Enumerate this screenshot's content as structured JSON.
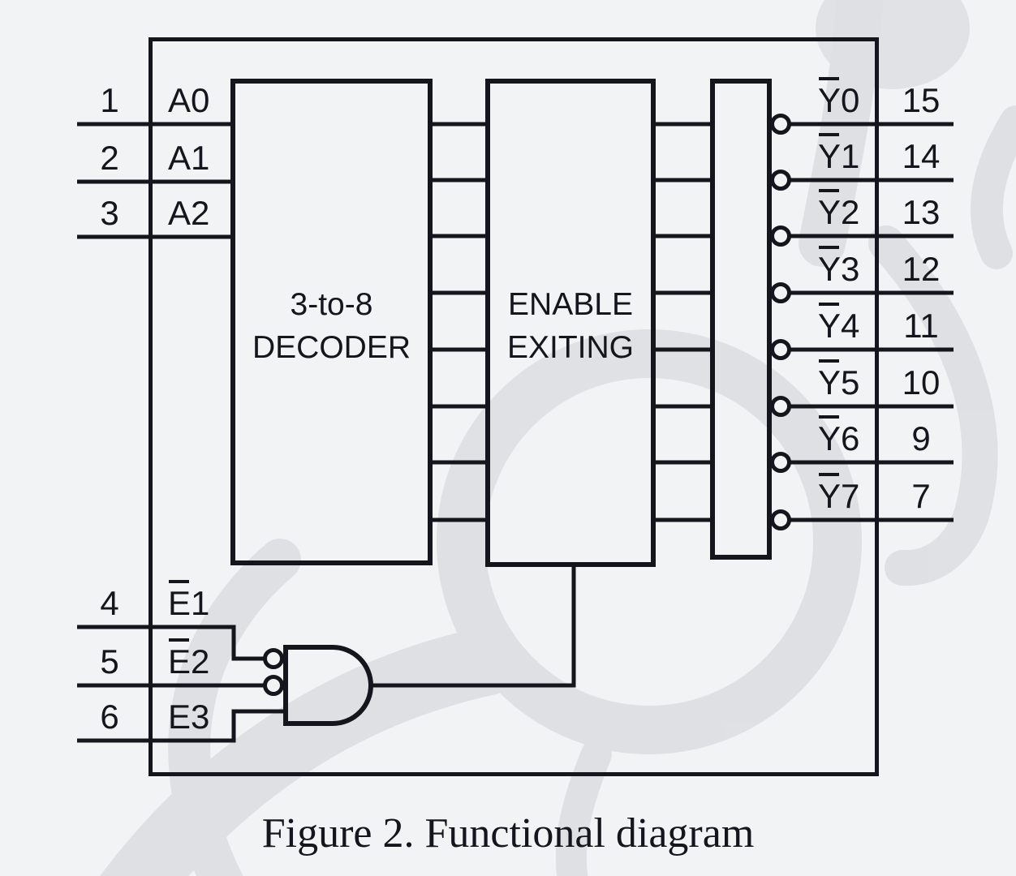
{
  "figure": {
    "caption": "Figure 2. Functional diagram"
  },
  "blocks": {
    "decoder": {
      "line1": "3-to-8",
      "line2": "DECODER"
    },
    "enable": {
      "line1": "ENABLE",
      "line2": "EXITING"
    },
    "inverter_bank": {
      "bubble_count": 8
    }
  },
  "inputs": {
    "rows": [
      {
        "pin": "1",
        "barred": "",
        "plain": "A0"
      },
      {
        "pin": "2",
        "barred": "",
        "plain": "A1"
      },
      {
        "pin": "3",
        "barred": "",
        "plain": "A2"
      }
    ]
  },
  "enables": {
    "rows": [
      {
        "pin": "4",
        "barred": "E",
        "plain": "1"
      },
      {
        "pin": "5",
        "barred": "E",
        "plain": "2"
      },
      {
        "pin": "6",
        "barred": "",
        "plain": "E3"
      }
    ]
  },
  "outputs": {
    "rows": [
      {
        "pin": "15",
        "barred": "Y",
        "plain": "0"
      },
      {
        "pin": "14",
        "barred": "Y",
        "plain": "1"
      },
      {
        "pin": "13",
        "barred": "Y",
        "plain": "2"
      },
      {
        "pin": "12",
        "barred": "Y",
        "plain": "3"
      },
      {
        "pin": "11",
        "barred": "Y",
        "plain": "4"
      },
      {
        "pin": "10",
        "barred": "Y",
        "plain": "5"
      },
      {
        "pin": "9",
        "barred": "Y",
        "plain": "6"
      },
      {
        "pin": "7",
        "barred": "Y",
        "plain": "7"
      }
    ]
  },
  "colors": {
    "ink": "#15151d",
    "background": "#f2f3f5",
    "watermark": "#d4d5d9"
  }
}
